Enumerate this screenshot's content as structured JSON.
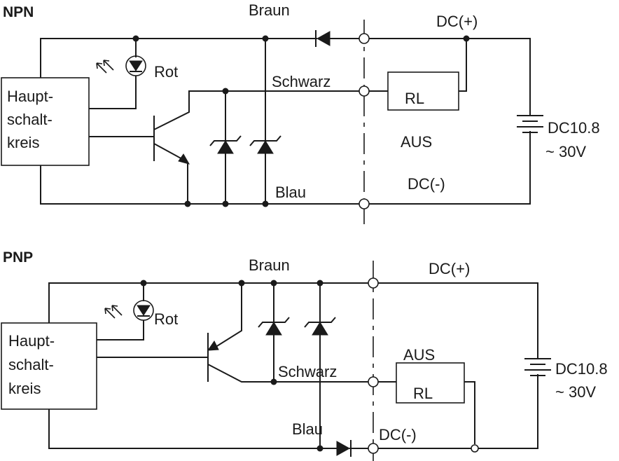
{
  "npn": {
    "title": "NPN",
    "main_circuit": [
      "Haupt-",
      "schalt-",
      "kreis"
    ],
    "led_label": "Rot",
    "brown": "Braun",
    "black": "Schwarz",
    "blue": "Blau",
    "load": "RL",
    "state": "AUS",
    "dc_plus": "DC(+)",
    "dc_minus": "DC(-)",
    "supply_line1": "DC10.8",
    "supply_line2": "~ 30V"
  },
  "pnp": {
    "title": "PNP",
    "main_circuit": [
      "Haupt-",
      "schalt-",
      "kreis"
    ],
    "led_label": "Rot",
    "brown": "Braun",
    "black": "Schwarz",
    "blue": "Blau",
    "load": "RL",
    "state": "AUS",
    "dc_plus": "DC(+)",
    "dc_minus": "DC(-)",
    "supply_line1": "DC10.8",
    "supply_line2": "~ 30V"
  }
}
